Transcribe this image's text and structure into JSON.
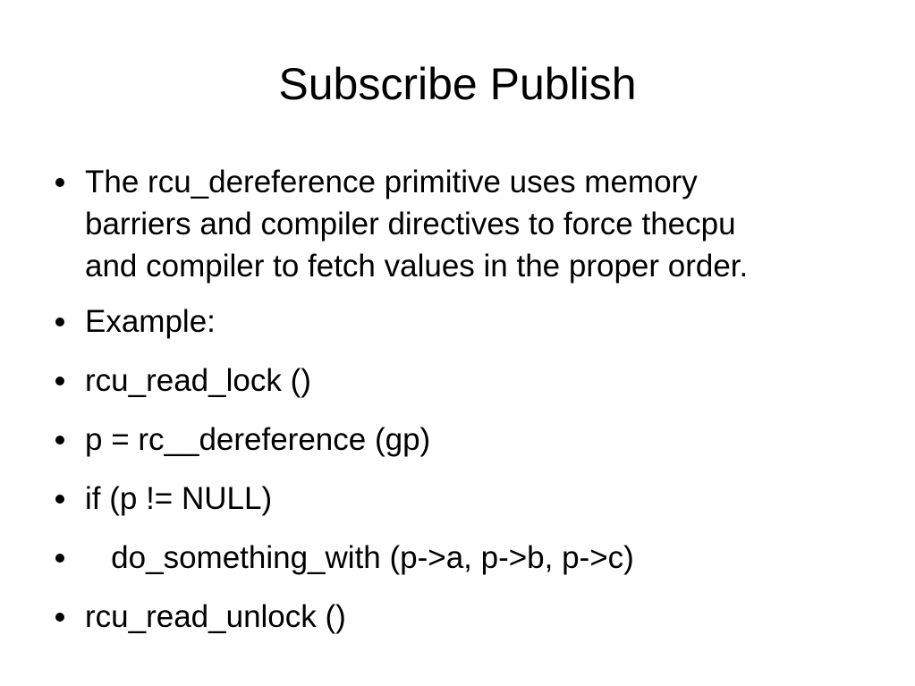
{
  "slide": {
    "title": "Subscribe Publish",
    "bullets": [
      {
        "lines": [
          "The rcu_dereference primitive uses memory",
          "barriers and compiler directives to force thecpu",
          "and compiler to fetch values in the proper order."
        ]
      },
      {
        "text": "Example:"
      },
      {
        "text": "rcu_read_lock ()"
      },
      {
        "text": "p = rc__dereference (gp)"
      },
      {
        "text": "if (p != NULL)"
      },
      {
        "text": "   do_something_with (p->a, p->b, p->c)"
      },
      {
        "text": "rcu_read_unlock ()"
      }
    ]
  }
}
